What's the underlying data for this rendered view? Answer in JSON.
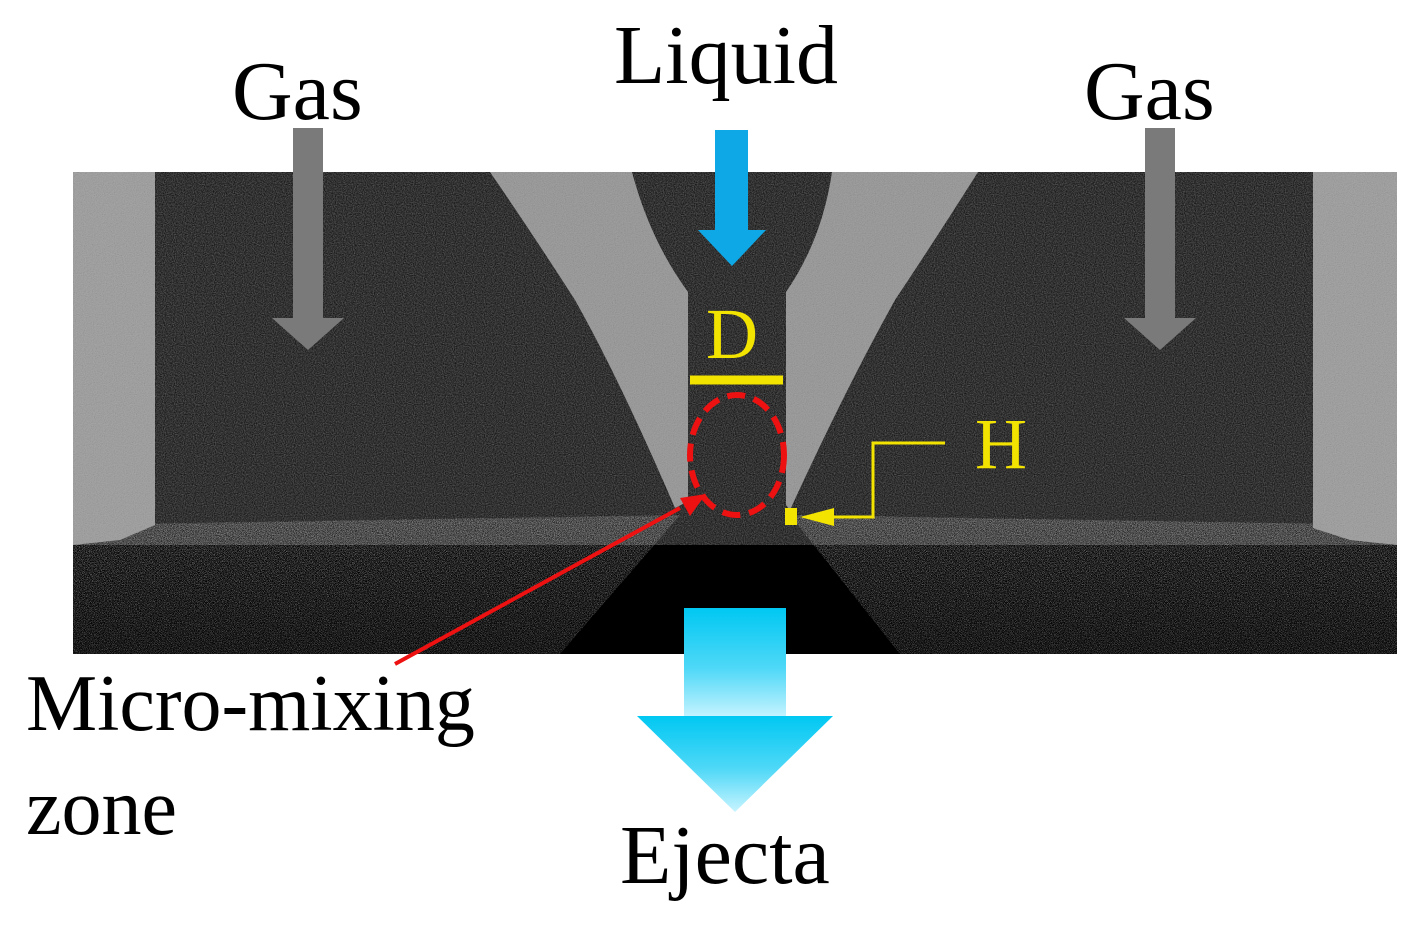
{
  "labels": {
    "gas_left": "Gas",
    "liquid": "Liquid",
    "gas_right": "Gas",
    "diameter": "D",
    "height": "H",
    "micro_mixing_line1": "Micro-mixing",
    "micro_mixing_line2": "zone",
    "ejecta": "Ejecta"
  },
  "colors": {
    "background": "#ffffff",
    "photo_background": "#000000",
    "nozzle_metal": "#a3a3a3",
    "gas_arrow": "#7a7a7a",
    "liquid_arrow": "#0fa8e6",
    "ejecta_arrow_top": "#00c8f2",
    "ejecta_arrow_bottom": "#c8f4ff",
    "annotation_yellow": "#f2e300",
    "micro_mixing_red": "#ee1111",
    "text": "#000000"
  },
  "icons": {
    "gas_inlet_left": "down-arrow-icon",
    "gas_inlet_right": "down-arrow-icon",
    "liquid_inlet": "down-arrow-icon",
    "ejecta_outlet": "down-arrow-icon"
  }
}
